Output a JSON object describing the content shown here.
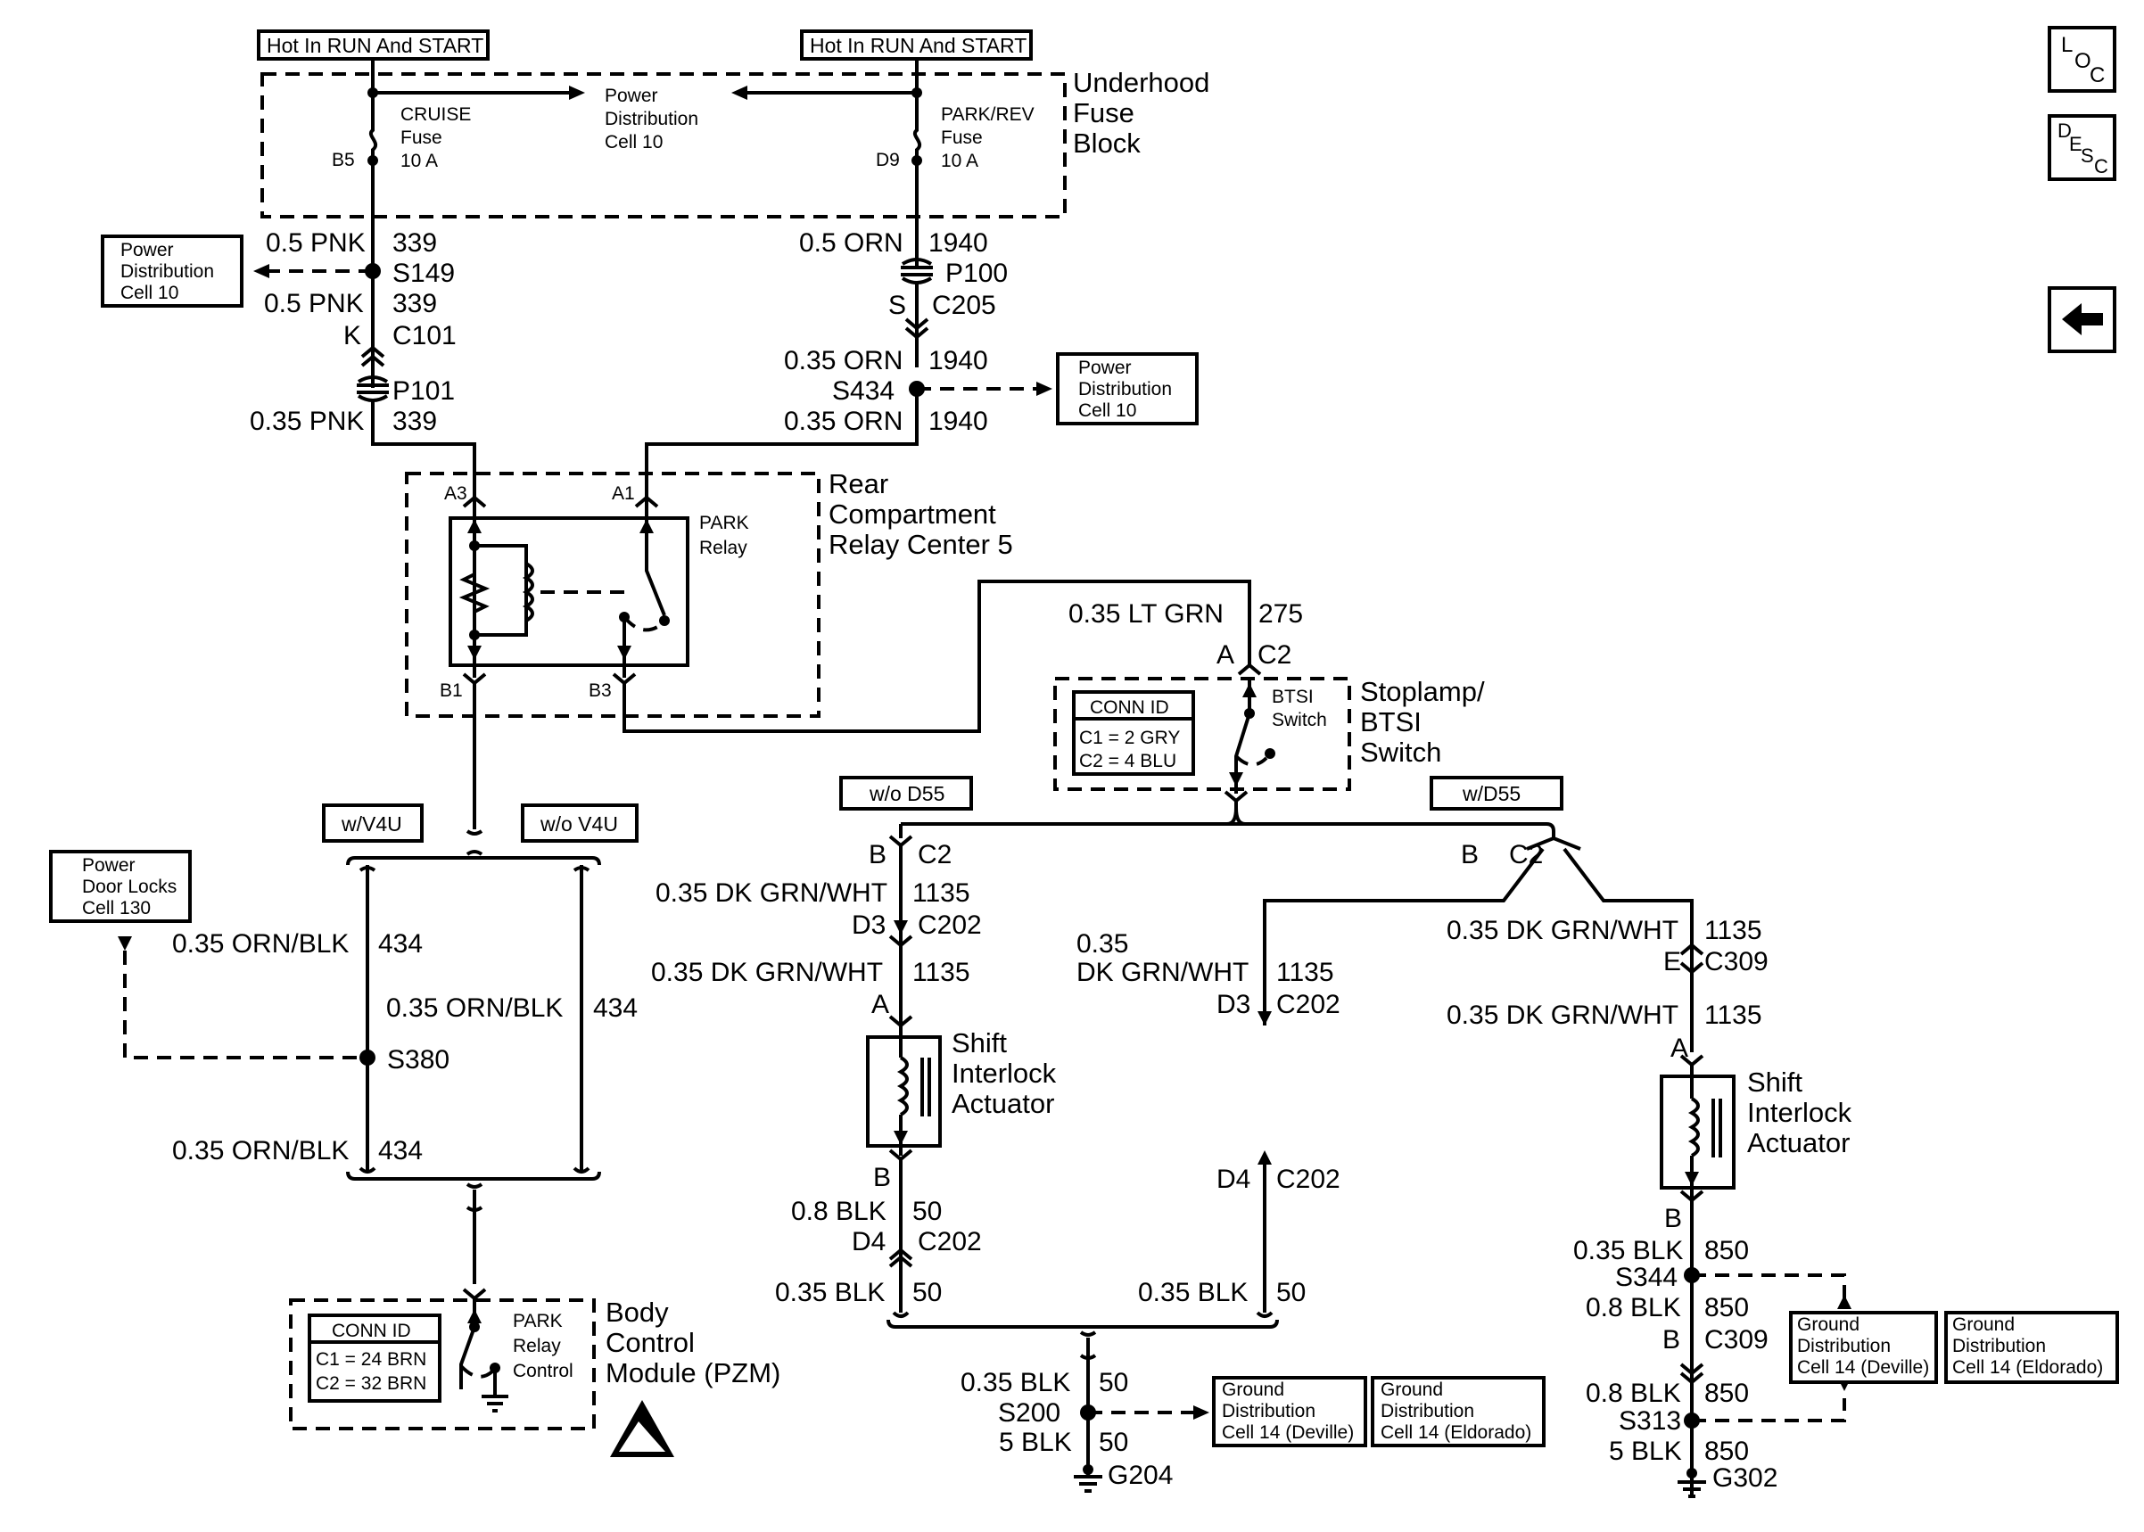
{
  "supply": {
    "left_label": "Hot In RUN And START",
    "right_label": "Hot In RUN And START"
  },
  "underhood": {
    "title": [
      "Underhood",
      "Fuse",
      "Block"
    ],
    "cruise_fuse": [
      "CRUISE",
      "Fuse",
      "10 A"
    ],
    "cruise_pin": "B5",
    "park_fuse": [
      "PARK/REV",
      "Fuse",
      "10 A"
    ],
    "park_pin": "D9",
    "power_dist": [
      "Power",
      "Distribution",
      "Cell 10"
    ]
  },
  "left_feed": {
    "w1": {
      "gauge": "0.5 PNK",
      "circuit": "339"
    },
    "splice": "S149",
    "w2": {
      "gauge": "0.5 PNK",
      "circuit": "339"
    },
    "conn_pin": "K",
    "conn": "C101",
    "passthrough": "P101",
    "w3": {
      "gauge": "0.35 PNK",
      "circuit": "339"
    },
    "ref": [
      "Power",
      "Distribution",
      "Cell 10"
    ]
  },
  "right_feed": {
    "w1": {
      "gauge": "0.5 ORN",
      "circuit": "1940"
    },
    "passthrough": "P100",
    "conn_pin": "S",
    "conn": "C205",
    "w2": {
      "gauge": "0.35 ORN",
      "circuit": "1940"
    },
    "splice": "S434",
    "w3": {
      "gauge": "0.35 ORN",
      "circuit": "1940"
    },
    "ref": [
      "Power",
      "Distribution",
      "Cell 10"
    ]
  },
  "relay_center": {
    "title": [
      "Rear",
      "Compartment",
      "Relay Center 5"
    ],
    "relay": [
      "PARK",
      "Relay"
    ],
    "pins": {
      "a3": "A3",
      "a1": "A1",
      "b1": "B1",
      "b3": "B3"
    }
  },
  "stoplamp": {
    "wire": {
      "gauge": "0.35 LT GRN",
      "circuit": "275"
    },
    "pin": "A",
    "conn": "C2",
    "switch": [
      "BTSI",
      "Switch"
    ],
    "title": [
      "Stoplamp/",
      "BTSI",
      "Switch"
    ],
    "conn_id": {
      "title": "CONN ID",
      "c1": "C1 = 2 GRY",
      "c2": "C2 = 4 BLU"
    }
  },
  "options": {
    "wv4u": "w/V4U",
    "wov4u": "w/o V4U",
    "wod55": "w/o D55",
    "wd55": "w/D55"
  },
  "left_lower": {
    "door_locks": [
      "Power",
      "Door Locks",
      "Cell 130"
    ],
    "w1": {
      "gauge": "0.35 ORN/BLK",
      "circuit": "434"
    },
    "w2": {
      "gauge": "0.35 ORN/BLK",
      "circuit": "434"
    },
    "splice": "S380",
    "w3": {
      "gauge": "0.35 ORN/BLK",
      "circuit": "434"
    }
  },
  "bcm": {
    "conn_id": {
      "title": "CONN ID",
      "c1": "C1 = 24 BRN",
      "c2": "C2 = 32 BRN"
    },
    "control": [
      "PARK",
      "Relay",
      "Control"
    ],
    "title": [
      "Body",
      "Control",
      "Module (PZM)"
    ]
  },
  "mid": {
    "top_pin": "B",
    "top_conn": "C2",
    "w1": {
      "gauge": "0.35 DK GRN/WHT",
      "circuit": "1135"
    },
    "c202_pin": "D3",
    "c202": "C202",
    "w2": {
      "gauge": "0.35 DK GRN/WHT",
      "circuit": "1135"
    },
    "act_pin": "A",
    "actuator": [
      "Shift",
      "Interlock",
      "Actuator"
    ],
    "act_b": "B",
    "w3": {
      "gauge": "0.8 BLK",
      "circuit": "50"
    },
    "d4_pin": "D4",
    "d4_conn": "C202",
    "w4": {
      "gauge": "0.35 BLK",
      "circuit": "50"
    }
  },
  "center": {
    "w1_gauge_a": "0.35",
    "w1_gauge_b": "DK GRN/WHT",
    "w1_circuit": "1135",
    "d3_pin": "D3",
    "d3_conn": "C202",
    "d4_pin": "D4",
    "d4_conn": "C202",
    "w2": {
      "gauge": "0.35 BLK",
      "circuit": "50"
    }
  },
  "ground_mid": {
    "w1": {
      "gauge": "0.35 BLK",
      "circuit": "50"
    },
    "splice": "S200",
    "w2": {
      "gauge": "5 BLK",
      "circuit": "50"
    },
    "ground": "G204",
    "ref_deville": [
      "Ground",
      "Distribution",
      "Cell 14 (Deville)"
    ],
    "ref_eldorado": [
      "Ground",
      "Distribution",
      "Cell 14 (Eldorado)"
    ]
  },
  "right": {
    "top_pin": "B",
    "top_conn": "C2",
    "w1": {
      "gauge": "0.35 DK GRN/WHT",
      "circuit": "1135"
    },
    "c309_pin": "E",
    "c309": "C309",
    "w2": {
      "gauge": "0.35 DK GRN/WHT",
      "circuit": "1135"
    },
    "act_pin": "A",
    "actuator": [
      "Shift",
      "Interlock",
      "Actuator"
    ],
    "act_b": "B",
    "w3": {
      "gauge": "0.35 BLK",
      "circuit": "850"
    },
    "splice1": "S344",
    "w4": {
      "gauge": "0.8 BLK",
      "circuit": "850"
    },
    "c309b_pin": "B",
    "c309b": "C309",
    "w5": {
      "gauge": "0.8 BLK",
      "circuit": "850"
    },
    "splice2": "S313",
    "w6": {
      "gauge": "5 BLK",
      "circuit": "850"
    },
    "ground": "G302",
    "ref_deville": [
      "Ground",
      "Distribution",
      "Cell 14 (Deville)"
    ],
    "ref_eldorado": [
      "Ground",
      "Distribution",
      "Cell 14 (Eldorado)"
    ]
  },
  "nav": {
    "loc": [
      "L",
      "O",
      "C"
    ],
    "desc": [
      "D",
      "E",
      "S",
      "C"
    ]
  }
}
